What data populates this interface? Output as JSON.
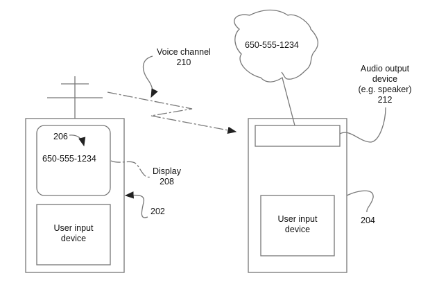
{
  "diagram": {
    "voice_channel": {
      "label": "Voice channel",
      "ref": "210"
    },
    "device_a": {
      "ref": "202",
      "display": {
        "label": "Display",
        "ref": "208",
        "number_ref": "206",
        "number": "650-555-1234"
      },
      "input": {
        "label_line1": "User input",
        "label_line2": "device"
      }
    },
    "device_b": {
      "ref": "204",
      "speech_bubble_text": "650-555-1234",
      "audio_output": {
        "line1": "Audio output",
        "line2": "device",
        "line3": "(e.g. speaker)",
        "ref": "212"
      },
      "input": {
        "label_line1": "User input",
        "label_line2": "device"
      }
    }
  }
}
